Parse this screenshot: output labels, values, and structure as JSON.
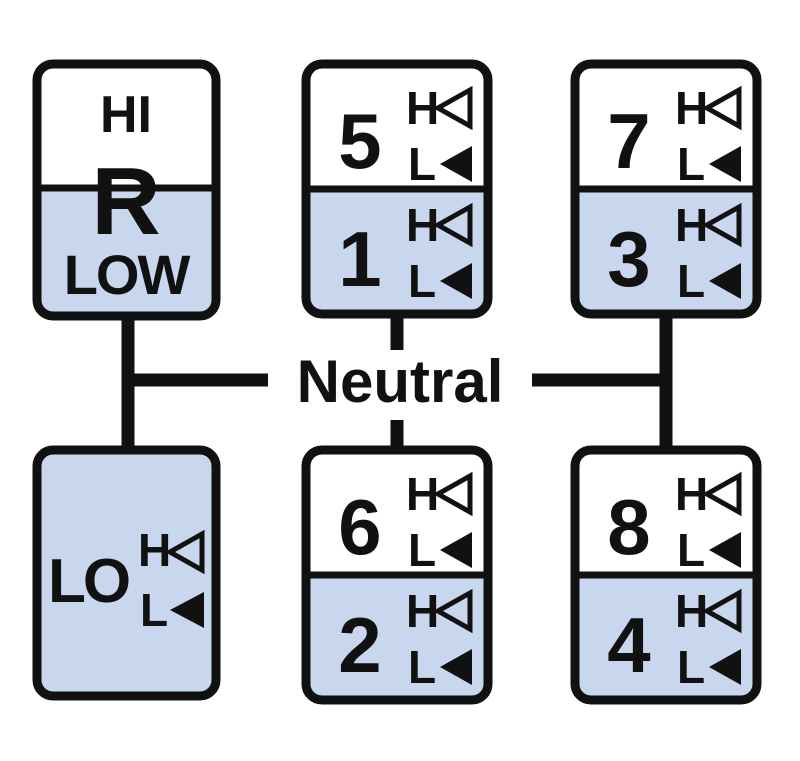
{
  "colors": {
    "background": "#ffffff",
    "shaded": "#c8d6ee",
    "stroke": "#111111"
  },
  "neutral_label": "Neutral",
  "reverse": {
    "top_label": "HI",
    "letter": "R",
    "bottom_label": "LOW"
  },
  "lo_gear": {
    "label": "LO",
    "range_high": "H",
    "range_low": "L"
  },
  "gear_boxes": [
    {
      "top": "5",
      "bottom": "1"
    },
    {
      "top": "7",
      "bottom": "3"
    },
    {
      "top": "6",
      "bottom": "2"
    },
    {
      "top": "8",
      "bottom": "4"
    }
  ],
  "range_labels": {
    "high": "H",
    "low": "L"
  },
  "icons": {
    "high_range": "outline-triangle-left-icon",
    "low_range": "filled-triangle-left-icon"
  }
}
